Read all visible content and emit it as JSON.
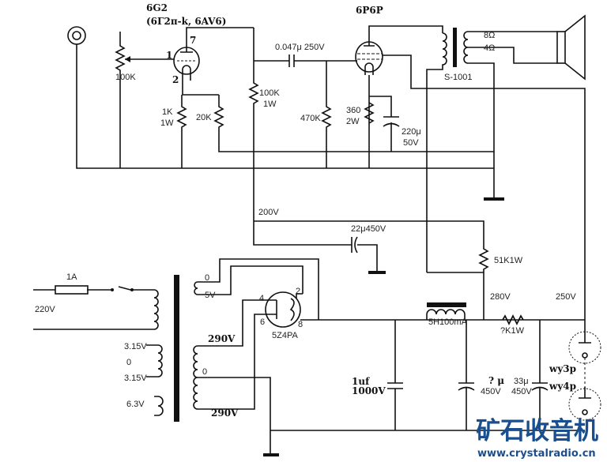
{
  "preamp_tube": {
    "name": "6G2",
    "equivalents": "(6Γ2π-k, 6AV6)",
    "pins": [
      "1",
      "7",
      "2"
    ]
  },
  "power_tube": {
    "name": "6P6P"
  },
  "rectifier": {
    "name": "5Z4PA",
    "pins": [
      "4",
      "2",
      "6",
      "8"
    ]
  },
  "components": {
    "volume_pot": "100K",
    "cathode_res": [
      "1K",
      "1W"
    ],
    "grid_res": "20K",
    "plate_res": [
      "100K",
      "1W"
    ],
    "coupling_cap": "0.047μ 250V",
    "grid_leak": "470K",
    "power_cathode_res": [
      "360",
      "2W"
    ],
    "cathode_cap": [
      "220μ",
      "50V"
    ],
    "output_transformer": "S-1001",
    "speaker_taps": [
      "8Ω",
      "4Ω"
    ],
    "decoupling_cap": "22μ450V",
    "dropping_res": "51K1W",
    "choke": "5H100mA",
    "filter_res": "?K1W",
    "filter_cap1": [
      "1uf",
      "1000V"
    ],
    "filter_cap2": [
      "? μ",
      "450V"
    ],
    "filter_cap3": [
      "33μ",
      "450V"
    ],
    "fuse": "1A",
    "pilot_lamps": [
      "wy3p",
      "wy4p"
    ]
  },
  "voltages": {
    "v200": "200V",
    "v280": "280V",
    "v250": "250V",
    "mains": "220V"
  },
  "transformer": {
    "w5v_0": "0",
    "w5v": "5V",
    "hv_top": "290V",
    "hv_ct": "0",
    "hv_bot": "290V",
    "h1": "3.15V",
    "h0": "0",
    "h2": "3.15V",
    "h63": "6.3V"
  },
  "watermark": {
    "title": "矿石收音机",
    "url": "www.crystalradio.cn"
  }
}
